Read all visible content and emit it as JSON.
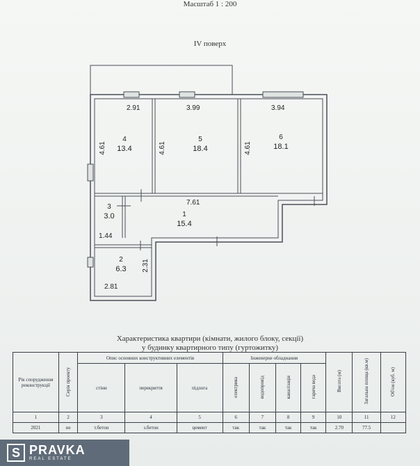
{
  "header": {
    "scale": "Масштаб 1 : 200",
    "floor": "IV поверх"
  },
  "rooms": [
    {
      "num": "4",
      "area": "13.4",
      "width": "2.91",
      "length": "4.61"
    },
    {
      "num": "5",
      "area": "18.4",
      "width": "3.99",
      "length": "4.61"
    },
    {
      "num": "6",
      "area": "18.1",
      "width": "3.94",
      "length": "4.61"
    },
    {
      "num": "3",
      "area": "3.0",
      "width": "1.44"
    },
    {
      "num": "1",
      "area": "15.4",
      "width": "7.61"
    },
    {
      "num": "2",
      "area": "6.3",
      "width": "2.81",
      "length": "2.31"
    }
  ],
  "characteristic": {
    "line1": "Характеристика квартири (кімнати, жилого блоку, секції)",
    "line2": "у будинку квартирного типу (гуртожитку)"
  },
  "table": {
    "col1": "Рік спорудження реконструкції",
    "col2": "Серія проекту",
    "group1": "Опис основних конструктивних елементів",
    "sub1": "стіни",
    "sub2": "перекриття",
    "sub3": "підлога",
    "group2": "Інженерне обладнання",
    "eng1": "електрика",
    "eng2": "водопровід",
    "eng3": "каналізація",
    "eng4": "гаряча вода",
    "col10": "Висота (м)",
    "col11": "Загальна площа (кв.м)",
    "col12": "Об'єм (куб. м)",
    "numbers": [
      "1",
      "2",
      "3",
      "4",
      "5",
      "6",
      "7",
      "8",
      "9",
      "10",
      "11",
      "12"
    ],
    "data": [
      "2021",
      "не",
      "т.бетон",
      "з.бетон",
      "цемент",
      "так",
      "так",
      "так",
      "так",
      "2.70",
      "77.5",
      ""
    ]
  },
  "logo": {
    "letter": "S",
    "name": "PRAVKA",
    "sub": "REAL ESTATE"
  }
}
